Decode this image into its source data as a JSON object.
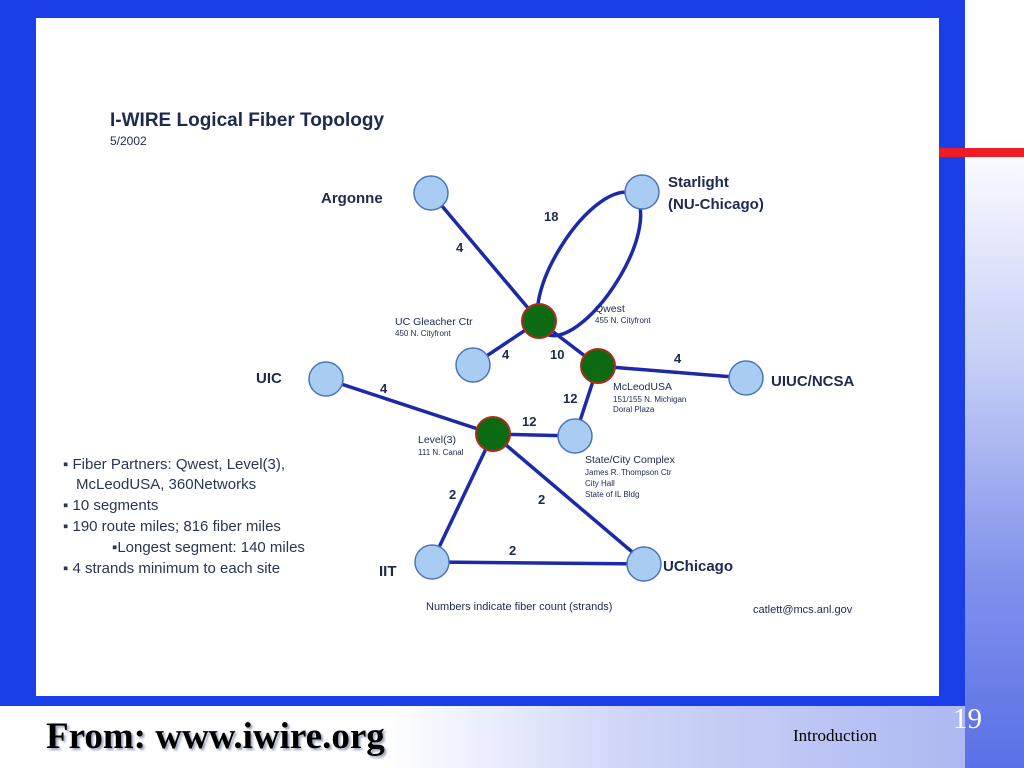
{
  "diagram": {
    "title": "I-WIRE Logical Fiber Topology",
    "date": "5/2002",
    "sites": {
      "argonne": "Argonne",
      "starlight_line1": "Starlight",
      "starlight_line2": "(NU-Chicago)",
      "uic": "UIC",
      "uiuc": "UIUC/NCSA",
      "iit": "IIT",
      "uchicago": "UChicago"
    },
    "hubs": {
      "qwest": {
        "name": "Qwest",
        "address": "455 N. Cityfront"
      },
      "gleacher": {
        "name": "UC Gleacher Ctr",
        "address": "450 N. Cityfront"
      },
      "mcleod": {
        "name": "McLeodUSA",
        "address_line1": "151/155 N. Michigan",
        "address_line2": "Doral Plaza"
      },
      "level3": {
        "name": "Level(3)",
        "address": "111 N. Canal"
      },
      "statecity": {
        "name": "State/City Complex",
        "line1": "James R. Thompson Ctr",
        "line2": "City Hall",
        "line3": "State of IL Bldg"
      }
    },
    "fiber_counts": {
      "argonne_qwest": "4",
      "starlight_loop": "18",
      "gleacher_qwest": "4",
      "qwest_mcleod": "10",
      "mcleod_uiuc": "4",
      "uic_level3": "4",
      "mcleod_statecity": "12",
      "level3_statecity": "12",
      "level3_iit": "2",
      "level3_uchicago": "2",
      "iit_uchicago": "2"
    },
    "bullets": {
      "b1_line1": "▪ Fiber Partners:  Qwest, Level(3),",
      "b1_line2": "McLeodUSA, 360Networks",
      "b2": "▪ 10 segments",
      "b3": "▪ 190 route miles; 816 fiber miles",
      "b3_sub": "▪Longest segment:  140 miles",
      "b4": "▪ 4 strands minimum to each site"
    },
    "footnote": "Numbers indicate fiber count (strands)",
    "contact": "catlett@mcs.anl.gov"
  },
  "footer": {
    "title": "From: www.iwire.org",
    "section": "Introduction",
    "slide_number": "19"
  },
  "colors": {
    "background": "#1a3ee8",
    "accent": "#ee1c25",
    "edge": "#1c2aa8",
    "site_node": "#a9cdf2",
    "hub_node": "#0c6b12"
  }
}
